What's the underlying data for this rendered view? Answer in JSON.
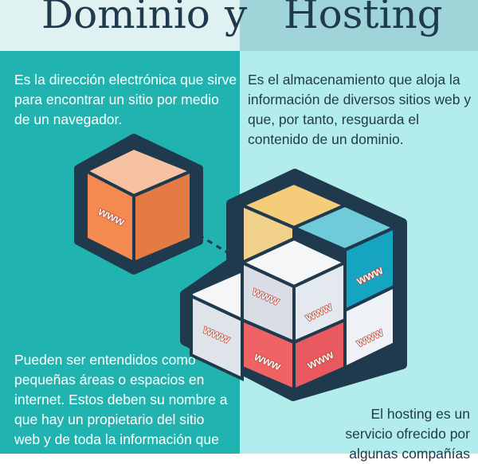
{
  "title": {
    "word1": "Dominio",
    "word2": "y",
    "word3": "Hosting"
  },
  "colors": {
    "left_bg": "#21b3b0",
    "right_bg": "#b3ecec",
    "dark": "#1f3a4d",
    "orange": "#f48a50",
    "red": "#ef6365",
    "yellow": "#f5cd7a",
    "teal": "#16a5c0"
  },
  "dominio": {
    "definition": "Es la dirección electrónica que sirve para encontrar un sitio por medio de un navegador.",
    "extra": "Pueden ser entendidos como pequeñas áreas o espacios en internet. Estos deben su nombre a que hay un propietario del sitio web y de toda la información que"
  },
  "hosting": {
    "definition": "Es el almacenamiento que aloja la información de diversos sitios web y que, por tanto, resguarda el contenido de un dominio.",
    "extra": "El hosting es un servicio ofrecido por algunas compañías"
  },
  "cube_label": "www"
}
